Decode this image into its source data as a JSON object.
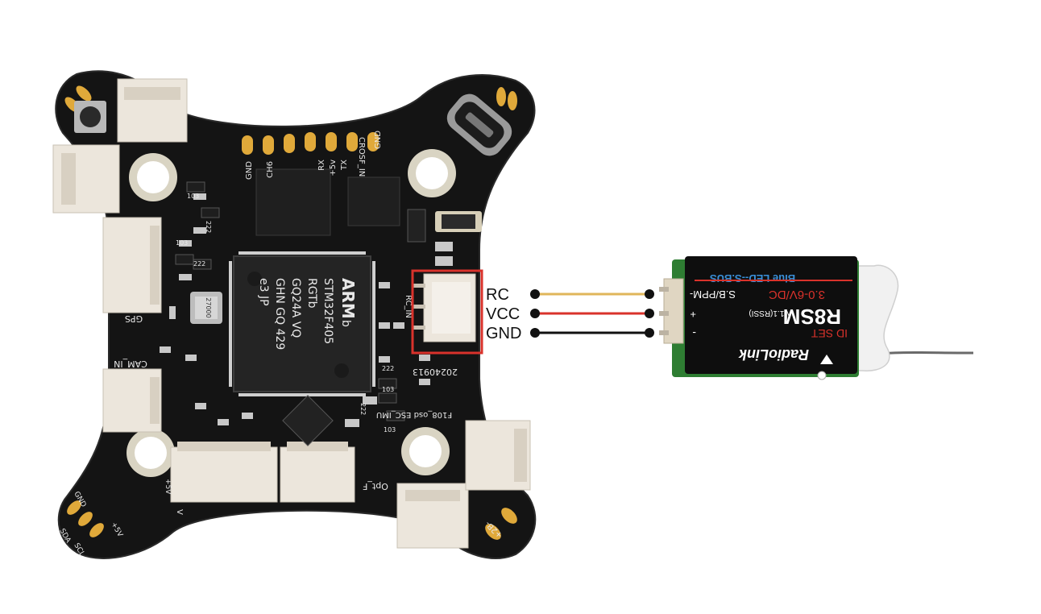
{
  "fc_board": {
    "chip_brand": "ARM",
    "chip_brand_suffix": "b",
    "chip_lines": [
      "STM32F405",
      "RGTb",
      "GQ24A VQ",
      "GHN GQ 429",
      "e3 JP"
    ],
    "date_code": "20240913",
    "pad_labels": {
      "gnd_top": "GND",
      "ch6": "CH6",
      "rx": "RX",
      "plus5v_top": "+5v",
      "tx": "TX",
      "crsf_in": "CROSF_IN",
      "gnd_right": "GND",
      "gps": "GPS",
      "cam_in": "CAM_IN",
      "rc_in": "RC_IN",
      "f108": "F108_osd ESC_IMU",
      "opt_f": "Opt_F",
      "gnd_bl": "GND",
      "sda": "SDA",
      "scl": "SCL",
      "plus5v_bl": "+5V",
      "v_lbl": "V",
      "sv": "+5V",
      "vbat": "+2B-"
    },
    "resistor_labels": [
      "103",
      "222",
      "103",
      "222",
      "222",
      "103",
      "222",
      "103"
    ],
    "crystal_label": "27000"
  },
  "wiring": {
    "rows": [
      {
        "label": "RC",
        "color": "#e0b65a"
      },
      {
        "label": "VCC",
        "color": "#d9322b"
      },
      {
        "label": "GND",
        "color": "#111111"
      }
    ],
    "highlight_color": "#d9322b"
  },
  "receiver": {
    "brand": "RadioLink",
    "model": "R8SM",
    "version": "V1.1(RSSI)",
    "voltage": "3.0-6V/DC",
    "led_text": "Blue LED--S.BUS",
    "pin_sbus": "S.B/PPM-",
    "pin_plus": "+",
    "pin_minus": "-",
    "id_set": "ID SET"
  }
}
